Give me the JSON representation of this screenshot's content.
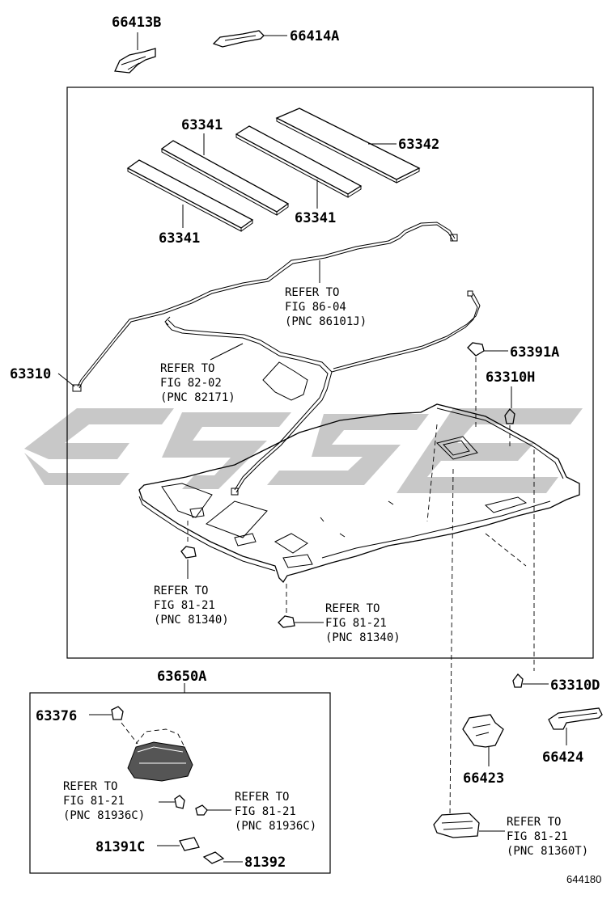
{
  "watermark": "",
  "labels": {
    "p66413B": "66413B",
    "p66414A": "66414A",
    "p63341a": "63341",
    "p63341b": "63341",
    "p63341c": "63341",
    "p63342": "63342",
    "p63310": "63310",
    "p63391A": "63391A",
    "p63310H": "63310H",
    "p63650A": "63650A",
    "p63310D": "63310D",
    "p63376": "63376",
    "p66423": "66423",
    "p66424": "66424",
    "p81391C": "81391C",
    "p81392": "81392"
  },
  "refs": {
    "r1": {
      "l1": "REFER TO",
      "l2": "FIG 86-04",
      "l3": "(PNC 86101J)"
    },
    "r2": {
      "l1": "REFER TO",
      "l2": "FIG 82-02",
      "l3": "(PNC 82171)"
    },
    "r3": {
      "l1": "REFER TO",
      "l2": "FIG 81-21",
      "l3": "(PNC 81340)"
    },
    "r4": {
      "l1": "REFER TO",
      "l2": "FIG 81-21",
      "l3": "(PNC 81340)"
    },
    "r5": {
      "l1": "REFER TO",
      "l2": "FIG 81-21",
      "l3": "(PNC 81936C)"
    },
    "r6": {
      "l1": "REFER TO",
      "l2": "FIG 81-21",
      "l3": "(PNC 81936C)"
    },
    "r7": {
      "l1": "REFER TO",
      "l2": "FIG 81-21",
      "l3": "(PNC 81360T)"
    }
  },
  "diagram_code": "644180"
}
